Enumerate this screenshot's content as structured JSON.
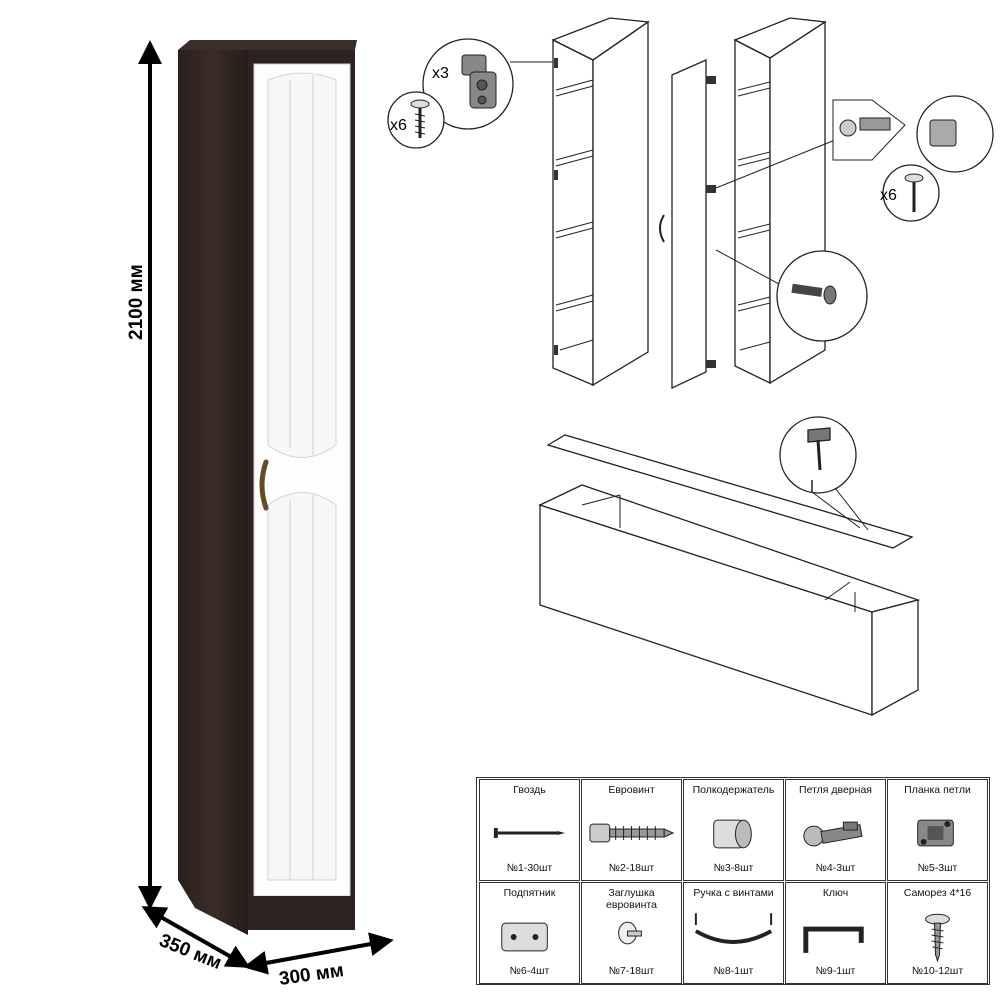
{
  "dimensions": {
    "height": "2100 мм",
    "depth": "350 мм",
    "width": "300 мм"
  },
  "callouts": {
    "hinge_count": "x3",
    "screws_top": "x6",
    "screws_right": "x6"
  },
  "parts": [
    {
      "name": "Гвоздь",
      "count": "№1-30шт",
      "icon": "nail-icon"
    },
    {
      "name": "Евровинт",
      "count": "№2-18шт",
      "icon": "eurovint-screw-icon"
    },
    {
      "name": "Полкодержатель",
      "count": "№3-8шт",
      "icon": "shelf-support-icon"
    },
    {
      "name": "Петля дверная",
      "count": "№4-3шт",
      "icon": "door-hinge-icon"
    },
    {
      "name": "Планка петли",
      "count": "№5-3шт",
      "icon": "hinge-plate-icon"
    },
    {
      "name": "Подпятник",
      "count": "№6-4шт",
      "icon": "foot-pad-icon"
    },
    {
      "name": "Заглушка евровинта",
      "count": "№7-18шт",
      "icon": "screw-cap-icon"
    },
    {
      "name": "Ручка с винтами",
      "count": "№8-1шт",
      "icon": "handle-icon"
    },
    {
      "name": "Ключ",
      "count": "№9-1шт",
      "icon": "hex-key-icon"
    },
    {
      "name": "Саморез 4*16",
      "count": "№10-12шт",
      "icon": "wood-screw-icon"
    }
  ],
  "colors": {
    "body": "#2e2320",
    "door": "#ffffff"
  }
}
